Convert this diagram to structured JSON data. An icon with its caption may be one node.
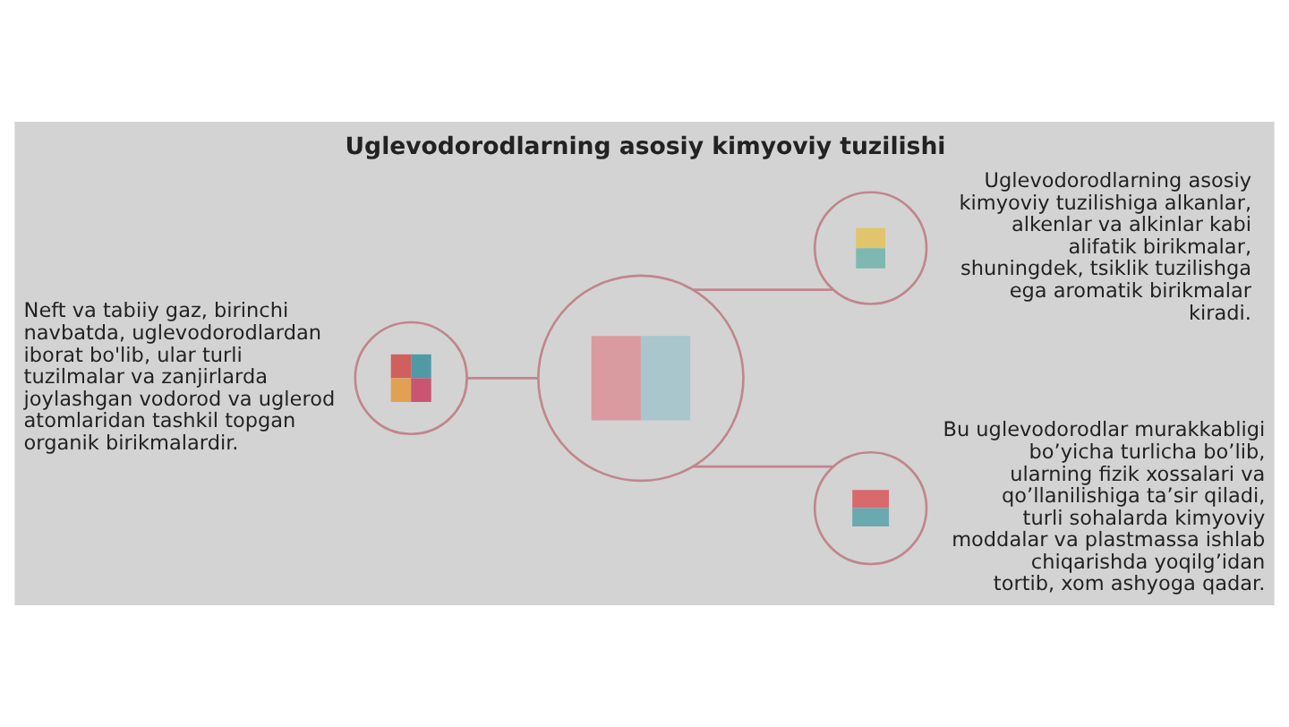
{
  "diagram": {
    "title": "Uglevodorodlarning asosiy kimyoviy tuzilishi",
    "nodes": [
      {
        "text": [],
        "shape": "circle",
        "beside": [
          "Neft va tabiiy gaz, birinchi navbatda, uglevodorodlardan iborat bo'lib, ular turli tuzilmalar va zanjirlarda joylashgan vodorod va uglerod atomlaridan tashkil topgan organik birikmalardir."
        ]
      },
      {
        "text": [],
        "shape": "circle"
      },
      {
        "text": [],
        "shape": "circle",
        "beside": [
          "Uglevodorodlarning asosiy kimyoviy tuzilishiga alkanlar, alkenlar va alkinlar kabi alifatik birikmalar, shuningdek, tsiklik tuzilishga ega aromatik birikmalar kiradi."
        ]
      },
      {
        "text": [],
        "shape": "circle",
        "beside": [
          "Bu uglevodorodlar murakkabligi bo’yicha turlicha bo’lib, ularning fizik xossalari va qo’llanilishiga ta’sir qiladi, turli sohalarda kimyoviy moddalar va plastmassa ishlab chiqarishda yoqilg’idan tortib, xom ashyoga qadar."
        ]
      }
    ],
    "edges": [
      {
        "from": 0,
        "to": 1,
        "arrow": "none"
      },
      {
        "from": 1,
        "to": 2,
        "arrow": "none"
      },
      {
        "from": 1,
        "to": 3,
        "arrow": "none"
      }
    ]
  }
}
